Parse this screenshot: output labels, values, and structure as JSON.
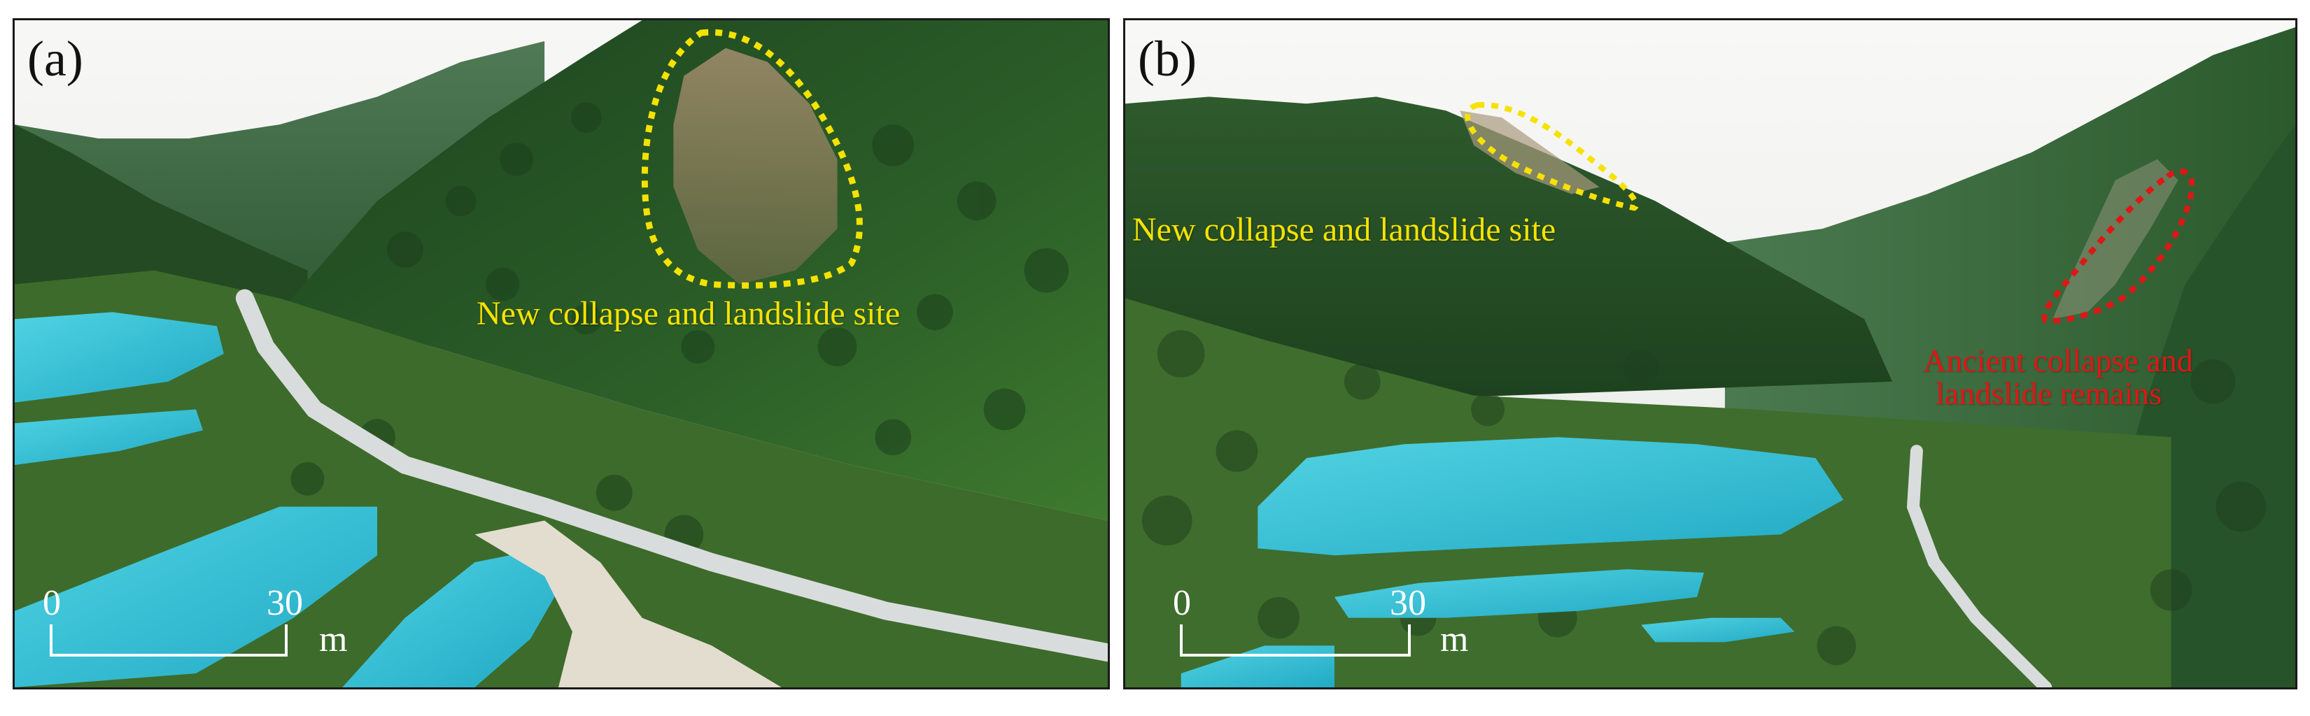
{
  "panels": [
    {
      "label": "(a)",
      "annotation": "New collapse and landslide site"
    },
    {
      "label": "(b)",
      "annotation_new": "New collapse and landslide site",
      "annotation_ancient_line1": "Ancient collapse and",
      "annotation_ancient_line2": "landslide remains"
    }
  ],
  "scale_bar": {
    "start": "0",
    "end": "30",
    "unit": "m"
  },
  "colors": {
    "new_site_outline": "#f5e200",
    "ancient_site_outline": "#e01616",
    "lake_turquoise": "#2fc3d8",
    "forest_dark": "#1f4a1f",
    "sky": "#f2f3f2"
  }
}
